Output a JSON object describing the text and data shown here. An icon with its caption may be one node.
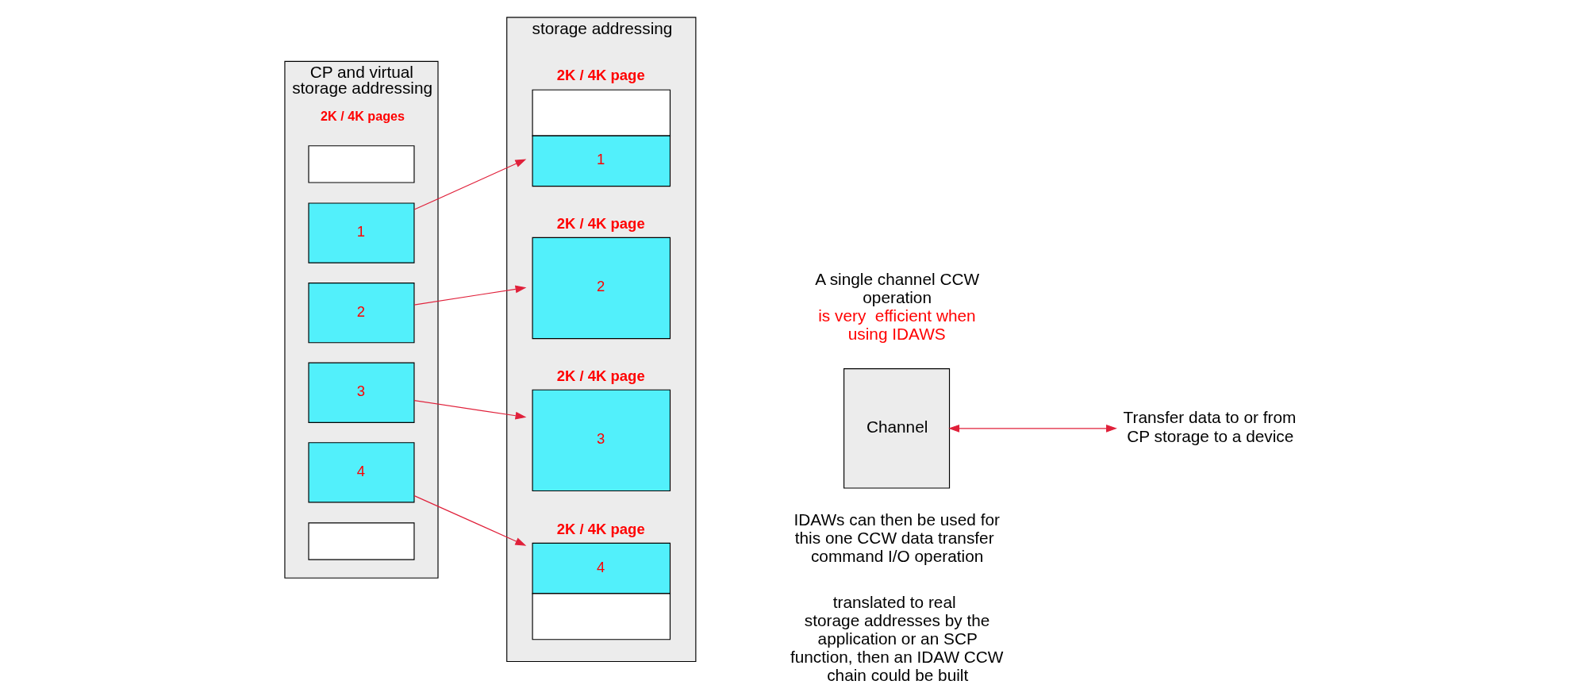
{
  "diagram": {
    "nodes": [
      {
        "text": [
          "CP and virtual storage addressing",
          "2K / 4K pages"
        ]
      },
      {
        "text": [],
        "shape": "box",
        "in": 0
      },
      {
        "text": [
          "1"
        ],
        "in": 0
      },
      {
        "text": [
          "2"
        ],
        "in": 0
      },
      {
        "text": [
          "3"
        ],
        "in": 0
      },
      {
        "text": [
          "4"
        ],
        "in": 0
      },
      {
        "text": [],
        "shape": "box",
        "in": 0
      },
      {
        "text": [
          "storage addressing"
        ]
      },
      {
        "text": [
          "2K / 4K page",
          "1"
        ],
        "in": 7
      },
      {
        "text": [
          "2K / 4K page",
          "2"
        ],
        "in": 7
      },
      {
        "text": [
          "2K / 4K page",
          "3"
        ],
        "in": 7
      },
      {
        "text": [
          "2K / 4K page",
          "4"
        ],
        "in": 7
      },
      {
        "text": [
          "Channel"
        ]
      },
      {
        "text": [
          "Transfer data to or from CP storage to a device"
        ]
      }
    ],
    "edges": [
      {
        "from": 2,
        "to": 8,
        "arrow": "to"
      },
      {
        "from": 3,
        "to": 9,
        "arrow": "to"
      },
      {
        "from": 4,
        "to": 10,
        "arrow": "to"
      },
      {
        "from": 5,
        "to": 11,
        "arrow": "to"
      },
      {
        "from": 12,
        "to": 13,
        "arrow": "both"
      }
    ],
    "labels": [
      "translated to real  storage addresses by the application or an SCP function, then an IDAW CCW chain could be built",
      "IDAWs can then be used for this one CCW data transfer  command I/O operation",
      "A single channel CCW operation",
      "is very  efficient when using IDAWS"
    ]
  }
}
